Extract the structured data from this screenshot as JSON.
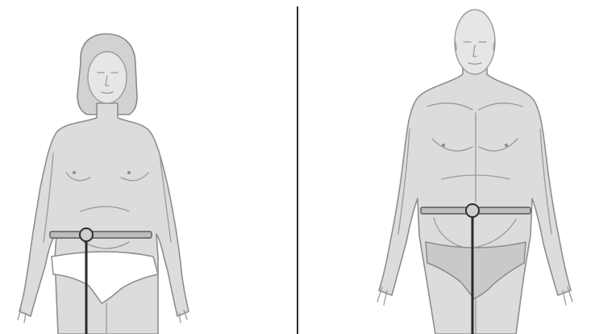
{
  "figures": [
    {
      "id": "female",
      "description_name": "female-figure"
    },
    {
      "id": "male",
      "description_name": "male-figure"
    }
  ],
  "colors": {
    "skin": "#dcdcdc",
    "outline": "#8e8e8e",
    "tape": "#bdbdbd",
    "marker": "#2a2a2a",
    "background": "#ffffff"
  }
}
